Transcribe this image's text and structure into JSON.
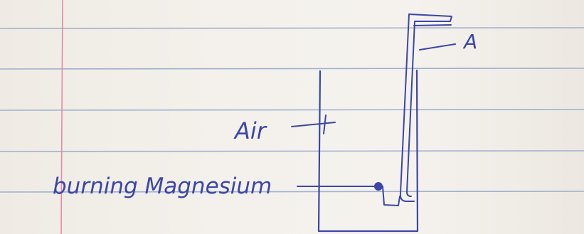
{
  "labels": {
    "tube_label": "A",
    "air_label": "Air",
    "magnesium_label": "burning Magnesium"
  },
  "colors": {
    "paper": "#f3f0ea",
    "rule_line": "#9fb0cf",
    "margin_line": "#e58aa8",
    "ink": "#3c46a8"
  }
}
